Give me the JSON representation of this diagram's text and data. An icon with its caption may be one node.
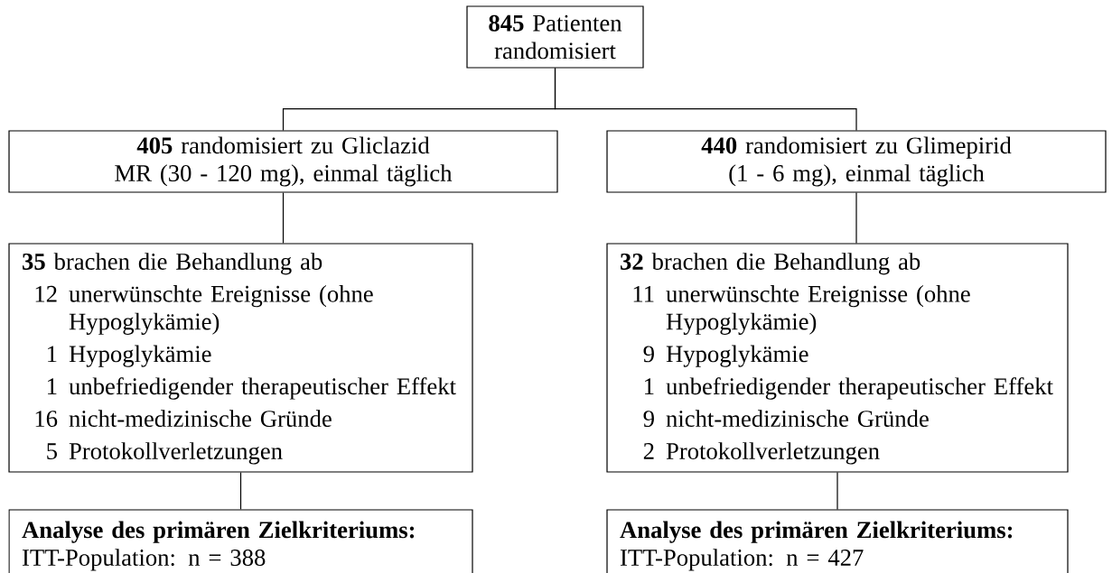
{
  "diagram": {
    "nodes": [
      {
        "text": [
          "**845** Patienten randomisiert"
        ]
      },
      {
        "text": [
          "**405** randomisiert zu Gliclazid MR (30 - 120 mg), einmal täglich"
        ]
      },
      {
        "text": [
          "**440** randomisiert zu Glimepirid (1 - 6 mg), einmal täglich"
        ]
      },
      {
        "text": [
          "**35** brachen die Behandlung ab",
          "12",
          "unerwünschte Ereignisse (ohne Hypoglykämie)",
          "1",
          "Hypoglykämie",
          "1",
          "unbefriedigender therapeutischer Effekt",
          "16",
          "nicht-medizinische Gründe",
          "5",
          "Protokollverletzungen"
        ]
      },
      {
        "text": [
          "**32** brachen die Behandlung ab",
          "11",
          "unerwünschte Ereignisse (ohne Hypoglykämie)",
          "9",
          "Hypoglykämie",
          "1",
          "unbefriedigender therapeutischer Effekt",
          "9",
          "nicht-medizinische Gründe",
          "2",
          "Protokollverletzungen"
        ]
      },
      {
        "text": [
          "Analyse des primären Zielkriteriums:",
          "ITT-Population:  n = 388"
        ]
      },
      {
        "text": [
          "Analyse des primären Zielkriteriums:",
          "ITT-Population:  n = 427"
        ]
      }
    ],
    "edges": [
      {
        "from": 0,
        "to": 1,
        "arrow": "none"
      },
      {
        "from": 0,
        "to": 2,
        "arrow": "none"
      },
      {
        "from": 1,
        "to": 3,
        "arrow": "none"
      },
      {
        "from": 2,
        "to": 4,
        "arrow": "none"
      },
      {
        "from": 3,
        "to": 5,
        "arrow": "none"
      },
      {
        "from": 4,
        "to": 6,
        "arrow": "none"
      }
    ]
  }
}
